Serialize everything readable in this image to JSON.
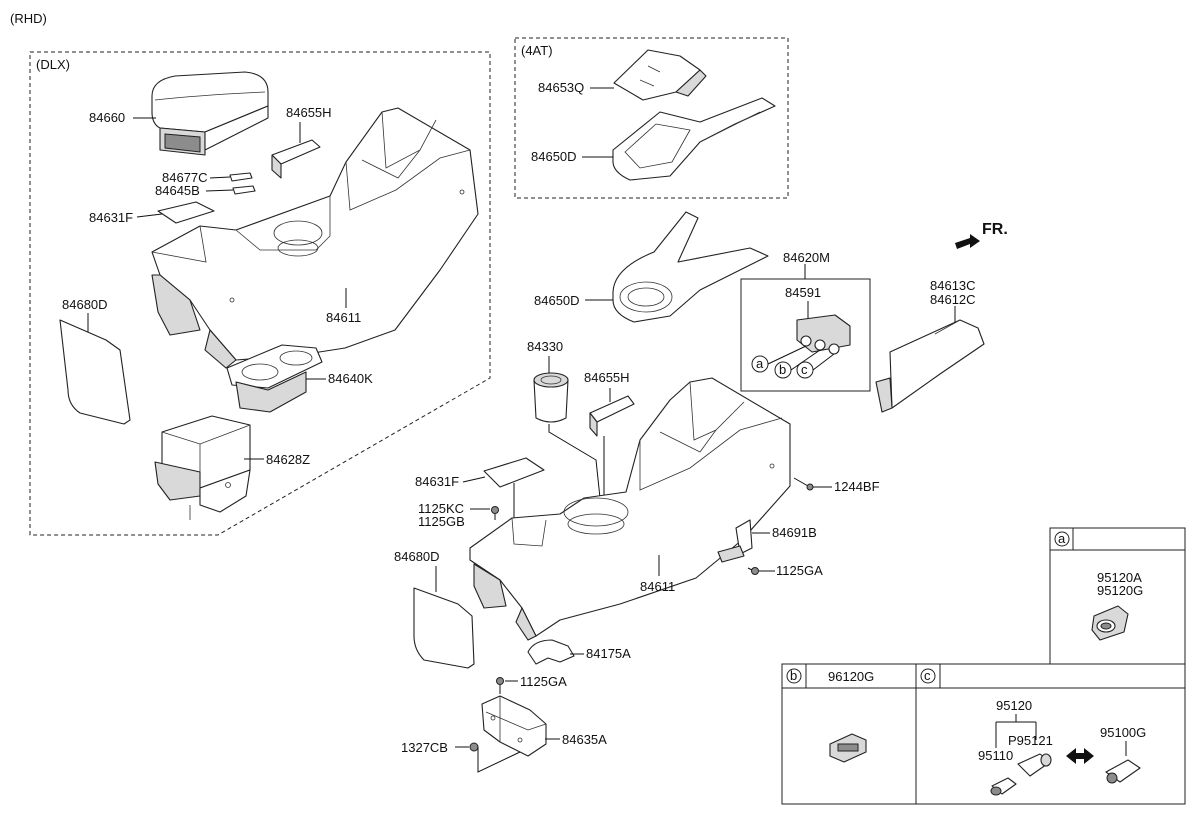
{
  "header": {
    "variant": "(RHD)"
  },
  "boxes": {
    "dlx": "(DLX)",
    "at": "(4AT)"
  },
  "direction": {
    "label": "FR."
  },
  "labels": {
    "p84660": "84660",
    "p84655H_a": "84655H",
    "p84677C": "84677C",
    "p84645B": "84645B",
    "p84631F_a": "84631F",
    "p84680D_a": "84680D",
    "p84611_a": "84611",
    "p84640K": "84640K",
    "p84628Z": "84628Z",
    "p84653Q": "84653Q",
    "p84650D_a": "84650D",
    "p84650D_b": "84650D",
    "p84620M": "84620M",
    "p84591": "84591",
    "p84613C": "84613C",
    "p84612C": "84612C",
    "p84330": "84330",
    "p84655H_b": "84655H",
    "p84631F_b": "84631F",
    "p1125KC": "1125KC",
    "p1125GB": "1125GB",
    "p84680D_b": "84680D",
    "p84611_b": "84611",
    "p1244BF": "1244BF",
    "p84691B": "84691B",
    "p1125GA_a": "1125GA",
    "p84175A": "84175A",
    "p1125GA_b": "1125GA",
    "p1327CB": "1327CB",
    "p84635A": "84635A"
  },
  "markers": {
    "a": "a",
    "b": "b",
    "c": "c"
  },
  "detail_panels": {
    "a": {
      "marker": "a",
      "parts": [
        "95120A",
        "95120G"
      ]
    },
    "b": {
      "marker": "b",
      "part": "96120G"
    },
    "c": {
      "marker": "c",
      "p95120": "95120",
      "p95121": "P95121",
      "p95110": "95110",
      "p95100G": "95100G"
    }
  }
}
